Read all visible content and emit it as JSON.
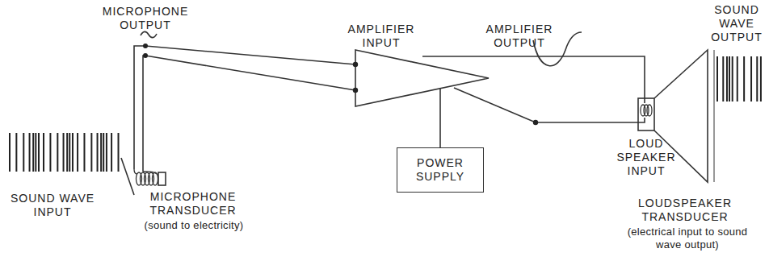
{
  "diagram": {
    "nodes": [
      {
        "text": [
          "POWER SUPPLY"
        ]
      }
    ],
    "labels": [
      "MICROPHONE OUTPUT",
      "AMPLIFIER INPUT",
      "AMPLIFIER OUTPUT",
      "SOUND WAVE OUTPUT",
      "SOUND WAVE INPUT",
      "MICROPHONE TRANSDUCER",
      "(sound to electricity)",
      "LOUD SPEAKER INPUT",
      "LOUDSPEAKER TRANSDUCER",
      "(electrical input to sound wave output)"
    ]
  }
}
